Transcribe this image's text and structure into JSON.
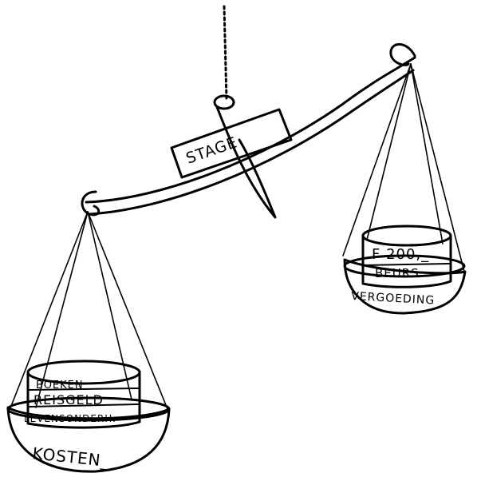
{
  "drawing": {
    "beam_label": "STAGE",
    "left_pan": {
      "items": [
        "BOEKEN",
        "REISGELD",
        "LEVENSONDERH.",
        "KOSTEN_"
      ]
    },
    "right_pan": {
      "items": [
        "F 200,_",
        "BEURS",
        "VERGOEDING"
      ]
    },
    "ink_color": "#000000",
    "paper_color": "#ffffff",
    "tilt": "right pan higher than left pan"
  }
}
